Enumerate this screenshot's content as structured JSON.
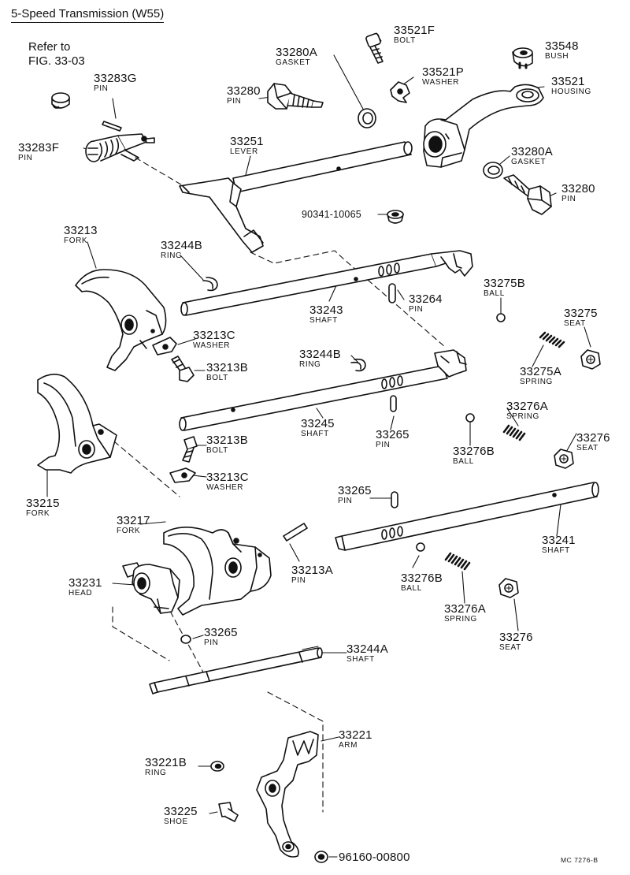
{
  "header": {
    "title": "5-Speed Transmission (W55)",
    "refer_line1": "Refer to",
    "refer_line2": "FIG. 33-03",
    "code": "MC 7276-B"
  },
  "parts": [
    {
      "id": "p33521F",
      "num": "33521F",
      "name": "BOLT"
    },
    {
      "id": "p33548",
      "num": "33548",
      "name": "BUSH"
    },
    {
      "id": "p33280A_top",
      "num": "33280A",
      "name": "GASKET"
    },
    {
      "id": "p33521P",
      "num": "33521P",
      "name": "WASHER"
    },
    {
      "id": "p33283G",
      "num": "33283G",
      "name": "PIN"
    },
    {
      "id": "p33280_top",
      "num": "33280",
      "name": "PIN"
    },
    {
      "id": "p33521",
      "num": "33521",
      "name": "HOUSING"
    },
    {
      "id": "p33283F",
      "num": "33283F",
      "name": "PIN"
    },
    {
      "id": "p33251",
      "num": "33251",
      "name": "LEVER"
    },
    {
      "id": "p33280A_right",
      "num": "33280A",
      "name": "GASKET"
    },
    {
      "id": "p33280_right",
      "num": "33280",
      "name": "PIN"
    },
    {
      "id": "p90341",
      "num": "90341-10065",
      "name": ""
    },
    {
      "id": "p33213",
      "num": "33213",
      "name": "FORK"
    },
    {
      "id": "p33244B_top",
      "num": "33244B",
      "name": "RING"
    },
    {
      "id": "p33275B",
      "num": "33275B",
      "name": "BALL"
    },
    {
      "id": "p33243",
      "num": "33243",
      "name": "SHAFT"
    },
    {
      "id": "p33264",
      "num": "33264",
      "name": "PIN"
    },
    {
      "id": "p33275",
      "num": "33275",
      "name": "SEAT"
    },
    {
      "id": "p33213C_top",
      "num": "33213C",
      "name": "WASHER"
    },
    {
      "id": "p33244B_mid",
      "num": "33244B",
      "name": "RING"
    },
    {
      "id": "p33213B_top",
      "num": "33213B",
      "name": "BOLT"
    },
    {
      "id": "p33275A",
      "num": "33275A",
      "name": "SPRING"
    },
    {
      "id": "p33276A_top",
      "num": "33276A",
      "name": "SPRING"
    },
    {
      "id": "p33245",
      "num": "33245",
      "name": "SHAFT"
    },
    {
      "id": "p33265_mid",
      "num": "33265",
      "name": "PIN"
    },
    {
      "id": "p33213B_low",
      "num": "33213B",
      "name": "BOLT"
    },
    {
      "id": "p33276B_top",
      "num": "33276B",
      "name": "BALL"
    },
    {
      "id": "p33276_top",
      "num": "33276",
      "name": "SEAT"
    },
    {
      "id": "p33213C_low",
      "num": "33213C",
      "name": "WASHER"
    },
    {
      "id": "p33215",
      "num": "33215",
      "name": "FORK"
    },
    {
      "id": "p33265_low",
      "num": "33265",
      "name": "PIN"
    },
    {
      "id": "p33217",
      "num": "33217",
      "name": "FORK"
    },
    {
      "id": "p33241",
      "num": "33241",
      "name": "SHAFT"
    },
    {
      "id": "p33231",
      "num": "33231",
      "name": "HEAD"
    },
    {
      "id": "p33213A",
      "num": "33213A",
      "name": "PIN"
    },
    {
      "id": "p33276B_low",
      "num": "33276B",
      "name": "BALL"
    },
    {
      "id": "p33276A_low",
      "num": "33276A",
      "name": "SPRING"
    },
    {
      "id": "p33265_head",
      "num": "33265",
      "name": "PIN"
    },
    {
      "id": "p33276_low",
      "num": "33276",
      "name": "SEAT"
    },
    {
      "id": "p33244A",
      "num": "33244A",
      "name": "SHAFT"
    },
    {
      "id": "p33221",
      "num": "33221",
      "name": "ARM"
    },
    {
      "id": "p33221B",
      "num": "33221B",
      "name": "RING"
    },
    {
      "id": "p33225",
      "num": "33225",
      "name": "SHOE"
    },
    {
      "id": "p96160",
      "num": "96160-00800",
      "name": ""
    }
  ]
}
